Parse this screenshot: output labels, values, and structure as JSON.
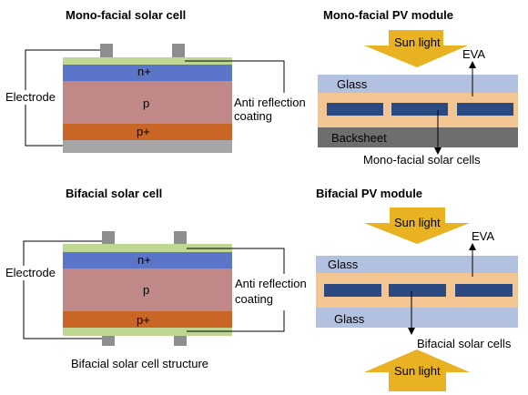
{
  "panels": {
    "mono_cell": {
      "title": "Mono-facial solar cell",
      "layer_n": "n+",
      "layer_p": "p",
      "layer_p_plus": "p+",
      "electrode_label": "Electrode",
      "arc_label_line1": "Anti reflection",
      "arc_label_line2": "coating"
    },
    "mono_module": {
      "title": "Mono-facial PV module",
      "sun_label": "Sun light",
      "eva_label": "EVA",
      "glass_label": "Glass",
      "backsheet_label": "Backsheet",
      "cells_label": "Mono-facial solar cells"
    },
    "bi_cell": {
      "title": "Bifacial solar cell",
      "layer_n": "n+",
      "layer_p": "p",
      "layer_p_plus": "p+",
      "electrode_label": "Electrode",
      "arc_label_line1": "Anti reflection",
      "arc_label_line2": "coating",
      "caption": "Bifacial solar cell structure"
    },
    "bi_module": {
      "title": "Bifacial PV module",
      "sun_top_label": "Sun light",
      "eva_label": "EVA",
      "glass_top_label": "Glass",
      "glass_bottom_label": "Glass",
      "cells_label": "Bifacial solar cells",
      "sun_bottom_label": "Sun light"
    }
  },
  "colors": {
    "arc_coating": "#bed893",
    "n_layer": "#5b75c9",
    "p_layer": "#c08886",
    "p_plus_layer": "#c96625",
    "backside": "#a6a6a6",
    "electrode": "#8e8e8e",
    "sun_arrow": "#e8b222",
    "glass": "#b3c1e0",
    "eva": "#f2c592",
    "cell": "#2c4a82",
    "backsheet": "#6e6e6e"
  },
  "icons": {
    "sun_arrow": "down-arrow-icon",
    "sun_arrow_up": "up-arrow-icon"
  }
}
